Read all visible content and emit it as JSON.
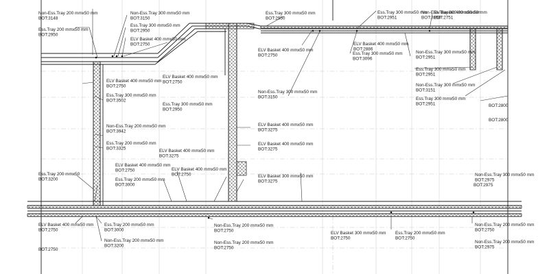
{
  "annotations": [
    {
      "id": "a1",
      "lines": [
        "Non-Ess.Tray 200 mmx50 mm",
        "BOT:3148"
      ]
    },
    {
      "id": "a2",
      "lines": [
        "Ess.Tray 200 mmx50 mm",
        "BOT:2950"
      ]
    },
    {
      "id": "a3",
      "lines": [
        "Non-Ess.Tray 300 mmx50 mm",
        "BOT:3150"
      ]
    },
    {
      "id": "a4",
      "lines": [
        "Ess.Tray 300 mmx50 mm",
        "BOT:2950"
      ]
    },
    {
      "id": "a5",
      "lines": [
        "ELV Basket 400 mmx50 mm",
        "BOT:2750"
      ]
    },
    {
      "id": "a6",
      "lines": [
        "Ess.Tray 300 mmx50 mm",
        "BOT:2950"
      ]
    },
    {
      "id": "a7",
      "lines": [
        "Ess.Tray 300 mmx50 mm",
        "BOT:2951"
      ]
    },
    {
      "id": "a8",
      "lines": [
        "Non-Ess.Tray 300 mmx50 mm",
        "BOT:3150"
      ]
    },
    {
      "id": "a9",
      "lines": [
        "ELV Basket 400 mmx50 mm",
        "BOT:2886"
      ]
    },
    {
      "id": "a10",
      "lines": [
        "Ess.Tray 300 mmx50 mm",
        "BOT:3096"
      ]
    },
    {
      "id": "a11",
      "lines": [
        "Elv Basket 400 mmx50 mm",
        "BOT:2751"
      ]
    },
    {
      "id": "a12",
      "lines": [
        "ELV Basket 400 mmx50 mm",
        "BOT:2750"
      ]
    },
    {
      "id": "a13",
      "lines": [
        "Non-Ess.Tray 300 mmx50 mm",
        "BOT:2951"
      ]
    },
    {
      "id": "a14",
      "lines": [
        "Ess.Tray 300 mmx50 mm",
        "BOT:2951"
      ]
    },
    {
      "id": "a15",
      "lines": [
        "Non-Ess.Tray 300 mmx50 mm",
        "BOT:3151"
      ]
    },
    {
      "id": "a16",
      "lines": [
        "Ess.Tray 300 mmx50 mm",
        "BOT:2951"
      ]
    },
    {
      "id": "a17",
      "lines": [
        "BOT:2800"
      ]
    },
    {
      "id": "a18",
      "lines": [
        "BOT:2800"
      ]
    },
    {
      "id": "a19",
      "lines": [
        "ELV Basket 400 mmx50 mm",
        "BOT:2750"
      ]
    },
    {
      "id": "a20",
      "lines": [
        "Ess.Tray 300 mmx50 mm",
        "BOT:3502"
      ]
    },
    {
      "id": "a21",
      "lines": [
        "ELV Basket 400 mmx50 mm",
        "BOT:2750"
      ]
    },
    {
      "id": "a22",
      "lines": [
        "Ess.Tray 300 mmx50 mm",
        "BOT:2950"
      ]
    },
    {
      "id": "a23",
      "lines": [
        "Non-Ess.Tray 300 mmx50 mm",
        "BOT:3150"
      ]
    },
    {
      "id": "a24",
      "lines": [
        "Non-Ess.Tray 200 mmx50 mm",
        "BOT:3942"
      ]
    },
    {
      "id": "a25",
      "lines": [
        "Ess.Tray 200 mmx50 mm",
        "BOT:3325"
      ]
    },
    {
      "id": "a26",
      "lines": [
        "ELV Basket 400 mmx50 mm",
        "BOT:3275"
      ]
    },
    {
      "id": "a27",
      "lines": [
        "ELV Basket 400 mmx50 mm",
        "BOT:3275"
      ]
    },
    {
      "id": "a28",
      "lines": [
        "ELV Basket 400 mmx50 mm",
        "BOT:3275"
      ]
    },
    {
      "id": "a29",
      "lines": [
        "ELV Basket 400 mmx50 mm",
        "BOT:2750"
      ]
    },
    {
      "id": "a30",
      "lines": [
        "ELV Basket 400 mmx50 mm",
        "BOT:2750"
      ]
    },
    {
      "id": "a31",
      "lines": [
        "Ess.Tray 200 mmx50 mm",
        "BOT:3000"
      ]
    },
    {
      "id": "a32",
      "lines": [
        "ELV Basket 300 mmx50 mm",
        "BOT:3275"
      ]
    },
    {
      "id": "a33",
      "lines": [
        "Ess.Tray 200 mmx50",
        "BOT:3200"
      ]
    },
    {
      "id": "a34",
      "lines": [
        "BOT:2975"
      ]
    },
    {
      "id": "a35",
      "lines": [
        "ELV Basket 400 mmx50 mm",
        "BOT:2750"
      ]
    },
    {
      "id": "a36",
      "lines": [
        "Ess.Tray 200 mmx50 mm",
        "BOT:3000"
      ]
    },
    {
      "id": "a37",
      "lines": [
        "Non-Ess.Tray 200 mmx50 mm",
        "BOT:3200"
      ]
    },
    {
      "id": "a38",
      "lines": [
        "Non-Ess.Tray 200 mmx50 mm",
        "BOT:2750"
      ]
    },
    {
      "id": "a39",
      "lines": [
        "Non-Ess.Tray 200 mmx50 mm",
        "BOT:2750"
      ]
    },
    {
      "id": "a40",
      "lines": [
        "ELV Basket 300 mmx50 mm",
        "BOT:2750"
      ]
    },
    {
      "id": "a41",
      "lines": [
        "Ess.Tray 200 mmx50 mm",
        "BOT:2750"
      ]
    },
    {
      "id": "a42",
      "lines": [
        "Non-Ess.Tray 200 mmx50 mm",
        "BOT:2750"
      ]
    },
    {
      "id": "a43",
      "lines": [
        "Non-Ess.Tray 200 mmx50 mm",
        "BOT:2975"
      ]
    },
    {
      "id": "a44",
      "lines": [
        "Non-Ess.Tray 300 mmx50 mm",
        "BOT:2975"
      ]
    },
    {
      "id": "a45",
      "lines": [
        "BOT:2750"
      ]
    }
  ],
  "colors": {
    "line": "#222222",
    "grid": "#d2d2d2",
    "text": "#1a1a1a"
  }
}
